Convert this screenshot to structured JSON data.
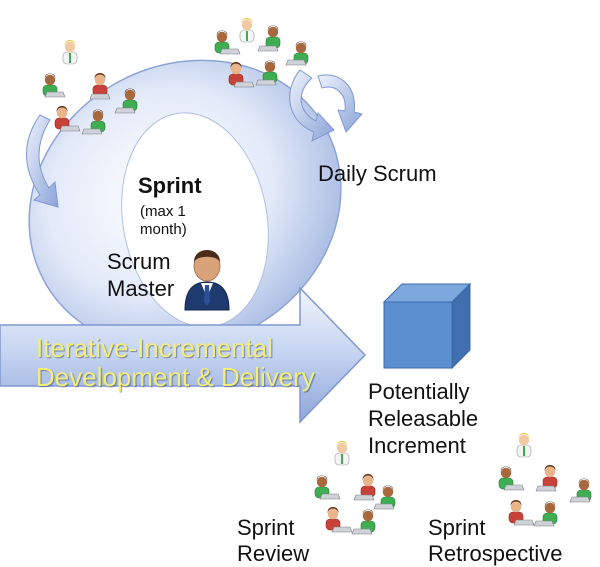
{
  "labels": {
    "sprint_title": "Sprint",
    "sprint_note_1": "(max 1",
    "sprint_note_2": "month)",
    "scrum_master_1": "Scrum",
    "scrum_master_2": "Master",
    "daily_scrum": "Daily Scrum",
    "iterative_1": "Iterative-Incremental",
    "iterative_2": "Development & Delivery",
    "increment_1": "Potentially",
    "increment_2": "Releasable",
    "increment_3": "Increment",
    "review_1": "Sprint",
    "review_2": "Review",
    "retro_1": "Sprint",
    "retro_2": "Retrospective"
  },
  "colors": {
    "ring_light": "#e8eefb",
    "ring_dark": "#9fb4e0",
    "arrow_light": "#eef2fc",
    "arrow_dark": "#8ea6da",
    "cube_front": "#5b8fd0",
    "cube_top": "#7ca8de",
    "cube_side": "#3f6fae",
    "banner_text": "#f3ee7a"
  },
  "icons": [
    "team-people-icon",
    "scrum-master-person-icon",
    "cycle-arrow-icon",
    "product-cube-icon"
  ]
}
